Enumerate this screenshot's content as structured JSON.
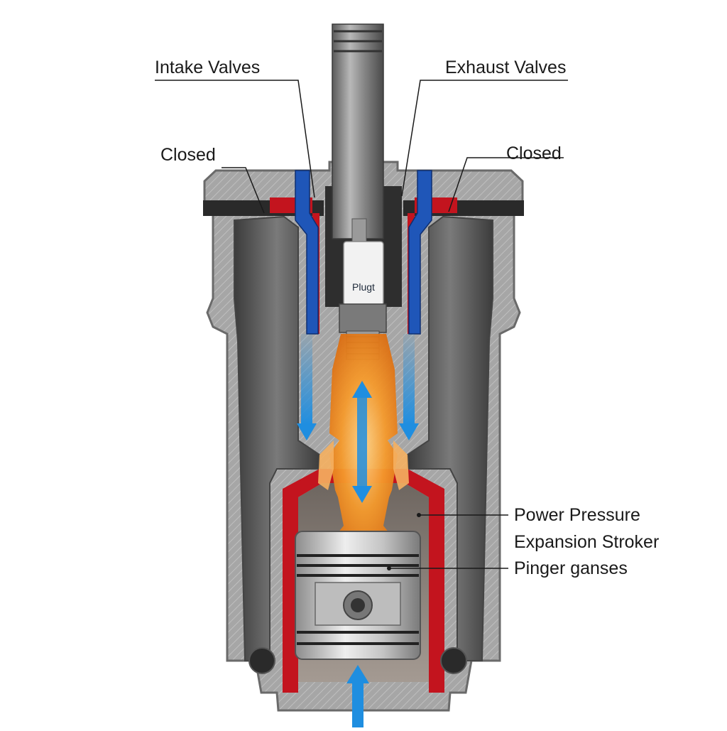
{
  "labels": {
    "intake_valves": "Intake Valves",
    "exhaust_valves": "Exhaust Valves",
    "closed_left": "Closed",
    "closed_right": "Closed",
    "power_pressure": "Power Pressure",
    "expansion_stroker": "Expansion Stroker",
    "pinger_ganses": "Pinger ganses",
    "plug": "Plugt"
  },
  "colors": {
    "housing": "#9a9a9a",
    "housing_dark": "#5c5c5c",
    "intake_channel": "#1f56b8",
    "liner": "#c3141e",
    "flame": "#f08a1c",
    "flow_arrow": "#1f8ee0",
    "piston": "#c8c8c8"
  }
}
